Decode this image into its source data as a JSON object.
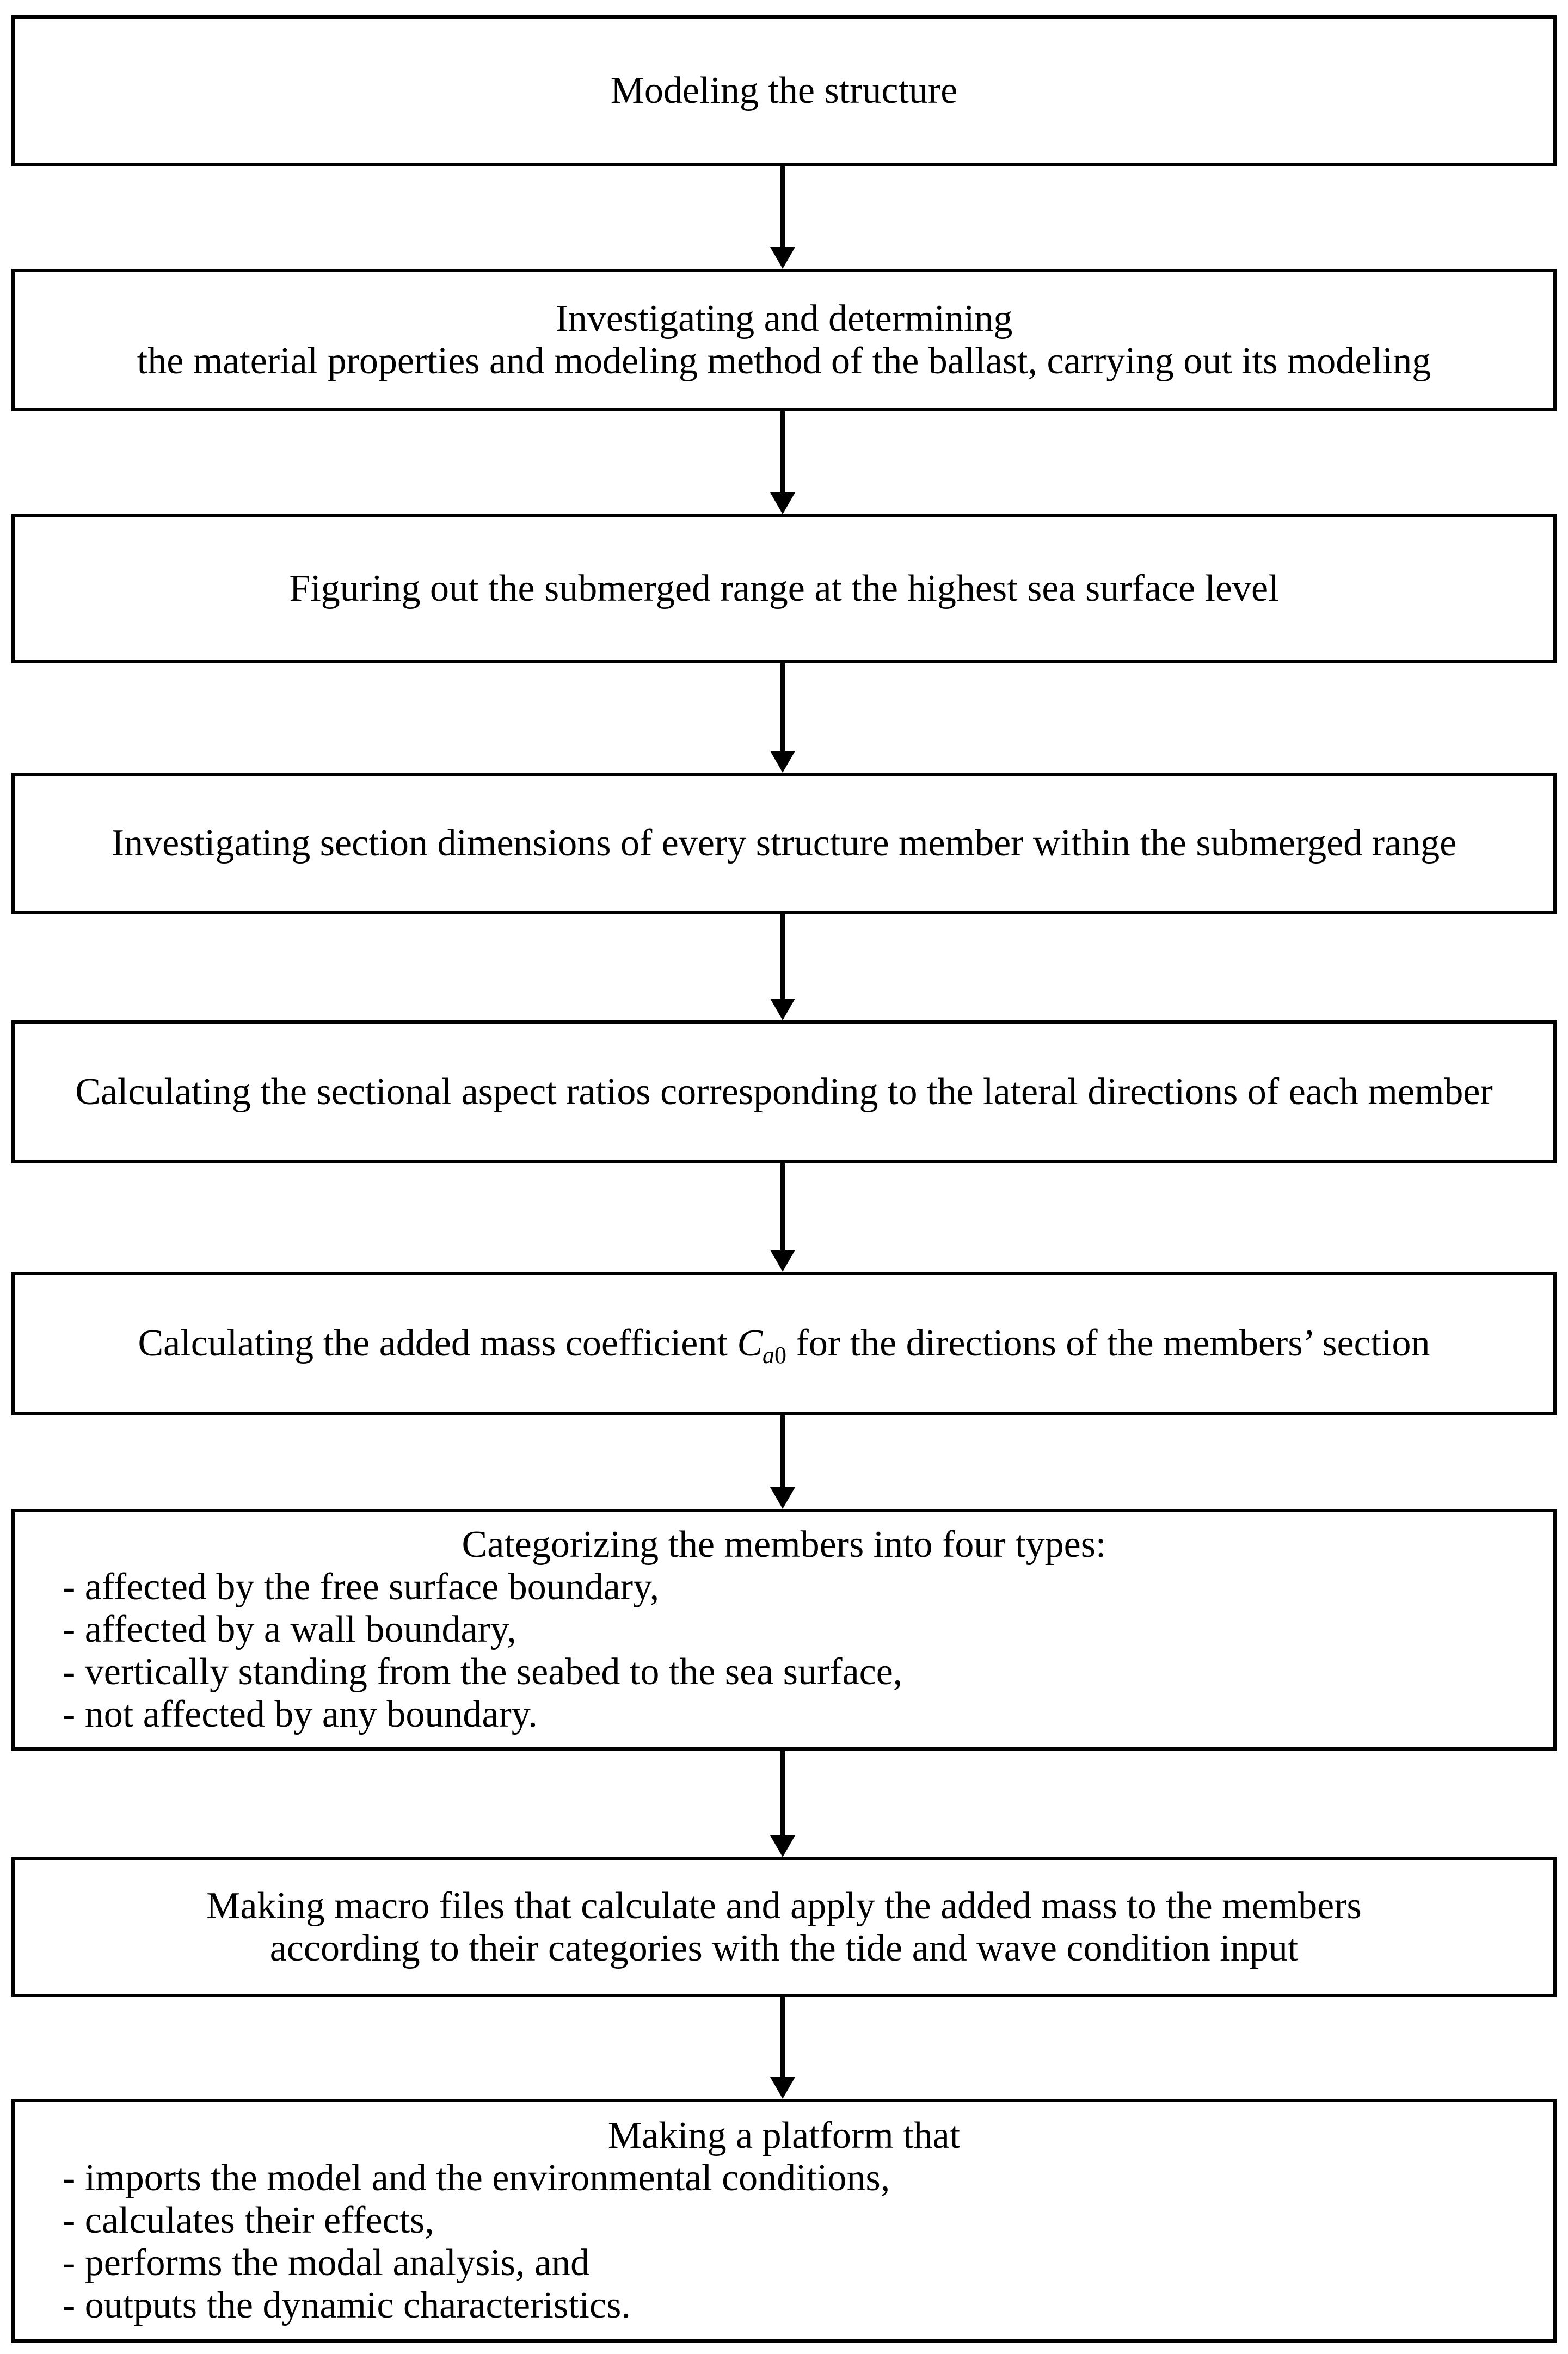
{
  "flow": {
    "colors": {
      "background": "#ffffff",
      "line": "#000000",
      "text": "#000000"
    },
    "boxes": [
      {
        "name": "modeling-structure",
        "lines": [
          "Modeling the structure"
        ]
      },
      {
        "name": "ballast-modeling",
        "lines": [
          "Investigating and determining",
          "the material properties and modeling method of the ballast, carrying out its modeling"
        ]
      },
      {
        "name": "submerged-range",
        "lines": [
          "Figuring out the submerged range at the highest sea surface level"
        ]
      },
      {
        "name": "section-dimensions",
        "lines": [
          "Investigating section dimensions of every structure member within the submerged range"
        ]
      },
      {
        "name": "aspect-ratios",
        "lines": [
          "Calculating the sectional aspect ratios corresponding to the lateral directions of each member"
        ]
      },
      {
        "name": "added-mass-coefficient",
        "formula": {
          "prefix": "Calculating the added mass coefficient ",
          "symbol": "C",
          "subscript_italic": "a",
          "subscript_digit": "0",
          "suffix": " for the directions of the members’ section"
        }
      },
      {
        "name": "member-categories",
        "title": "Categorizing the members into four types:",
        "items": [
          "- affected by the free surface boundary,",
          "- affected by a wall boundary,",
          "- vertically standing from the seabed to the sea surface,",
          "- not affected by any boundary."
        ]
      },
      {
        "name": "macro-files",
        "lines": [
          "Making macro files that calculate and apply the added mass to the members",
          "according to their categories with the tide and wave condition input"
        ]
      },
      {
        "name": "platform",
        "title": "Making a platform that",
        "items": [
          "- imports the model and the environmental conditions,",
          "- calculates their effects,",
          "- performs the modal analysis, and",
          "- outputs the dynamic characteristics."
        ]
      }
    ]
  }
}
